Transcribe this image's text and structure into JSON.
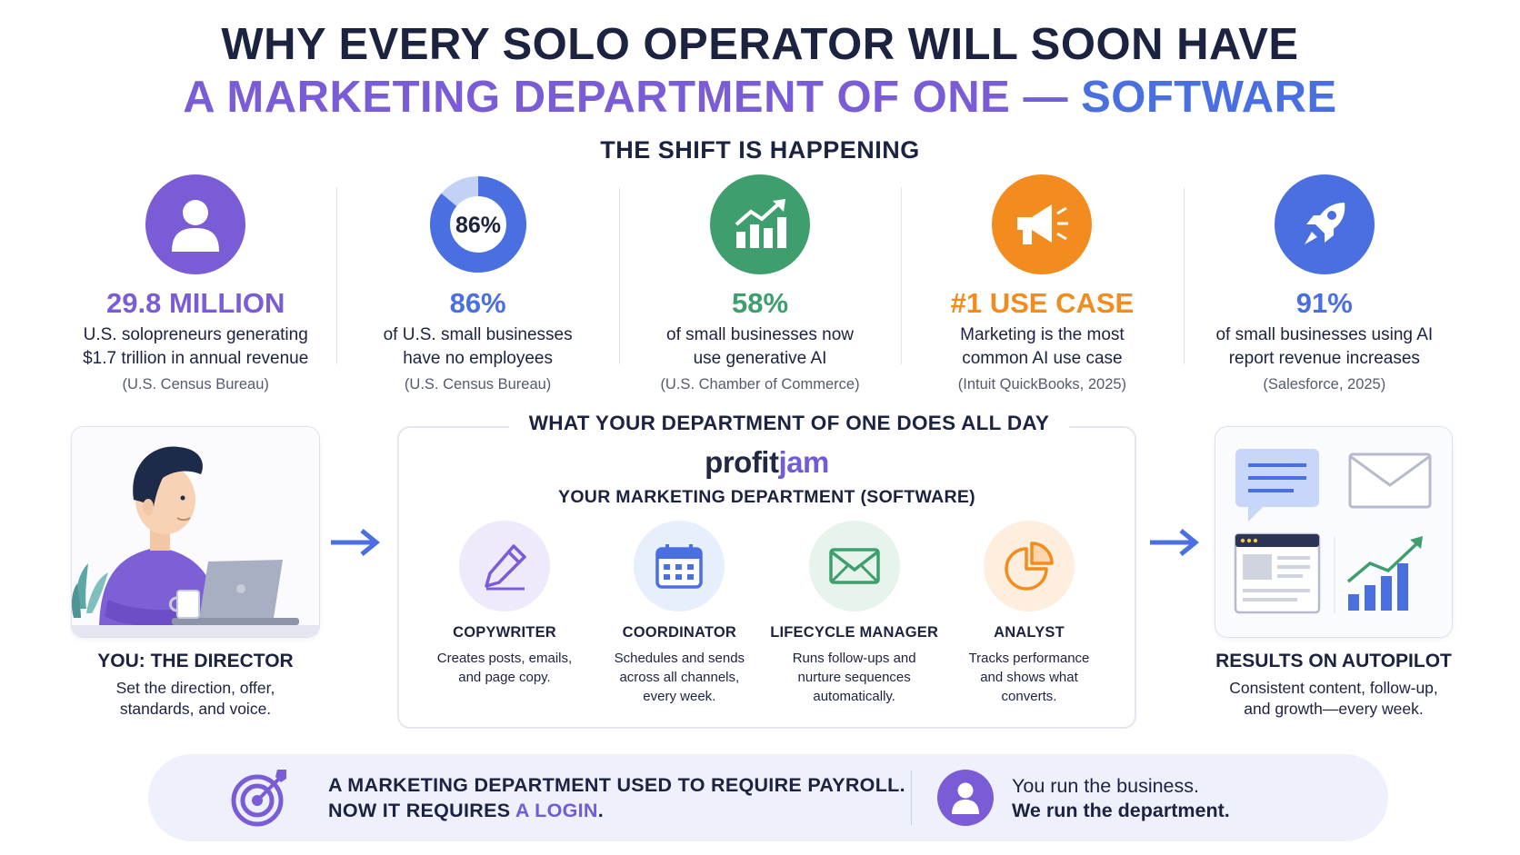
{
  "title": {
    "line1": "WHY EVERY SOLO OPERATOR WILL SOON HAVE",
    "line2_main": "A MARKETING DEPARTMENT OF ONE",
    "line2_dash": " — ",
    "line2_accent": "SOFTWARE"
  },
  "shift": {
    "heading": "THE SHIFT IS HAPPENING",
    "stats": [
      {
        "value": "29.8 MILLION",
        "line1": "U.S. solopreneurs generating",
        "line2": "$1.7 trillion in annual revenue",
        "source": "(U.S. Census Bureau)",
        "color": "#7a5cd6",
        "icon": "person-icon"
      },
      {
        "value": "86%",
        "line1": "of U.S. small businesses",
        "line2": "have no employees",
        "source": "(U.S. Census Bureau)",
        "color": "#4a6fe0",
        "icon": "donut-chart-icon",
        "donut_label": "86%",
        "donut_fraction": 0.86
      },
      {
        "value": "58%",
        "line1": "of small businesses now",
        "line2": "use generative AI",
        "source": "(U.S. Chamber of Commerce)",
        "color": "#3f9e6e",
        "icon": "growth-chart-icon"
      },
      {
        "value": "#1 USE CASE",
        "line1": "Marketing is the most",
        "line2": "common AI use case",
        "source": "(Intuit QuickBooks, 2025)",
        "color": "#f28c1e",
        "icon": "megaphone-icon"
      },
      {
        "value": "91%",
        "line1": "of small businesses using AI",
        "line2": "report revenue increases",
        "source": "(Salesforce, 2025)",
        "color": "#4a6fe0",
        "icon": "rocket-icon"
      }
    ]
  },
  "director": {
    "title": "YOU: THE DIRECTOR",
    "line1": "Set the direction, offer,",
    "line2": "standards, and voice."
  },
  "department": {
    "heading": "WHAT YOUR DEPARTMENT OF ONE DOES ALL DAY",
    "brand_part1": "profit",
    "brand_part2": "jam",
    "subheading": "YOUR MARKETING DEPARTMENT (SOFTWARE)",
    "roles": [
      {
        "name": "COPYWRITER",
        "lines": [
          "Creates posts, emails,",
          "and page copy."
        ],
        "icon": "pencil-icon",
        "bg": "#efeafb"
      },
      {
        "name": "COORDINATOR",
        "lines": [
          "Schedules and sends",
          "across all channels,",
          "every week."
        ],
        "icon": "calendar-icon",
        "bg": "#e7eefc"
      },
      {
        "name": "LIFECYCLE MANAGER",
        "lines": [
          "Runs follow-ups and",
          "nurture sequences",
          "automatically."
        ],
        "icon": "envelope-icon",
        "bg": "#e6f4ec"
      },
      {
        "name": "ANALYST",
        "lines": [
          "Tracks performance",
          "and shows what",
          "converts."
        ],
        "icon": "pie-chart-icon",
        "bg": "#fdeedd"
      }
    ]
  },
  "results": {
    "title": "RESULTS ON AUTOPILOT",
    "line1": "Consistent content, follow-up,",
    "line2": "and growth—every week."
  },
  "banner": {
    "line1": "A MARKETING DEPARTMENT USED TO REQUIRE PAYROLL.",
    "line2_main": "NOW IT REQUIRES ",
    "line2_accent": "A LOGIN",
    "line2_end": ".",
    "right_line1": "You run the business.",
    "right_line2": "We run the department."
  }
}
